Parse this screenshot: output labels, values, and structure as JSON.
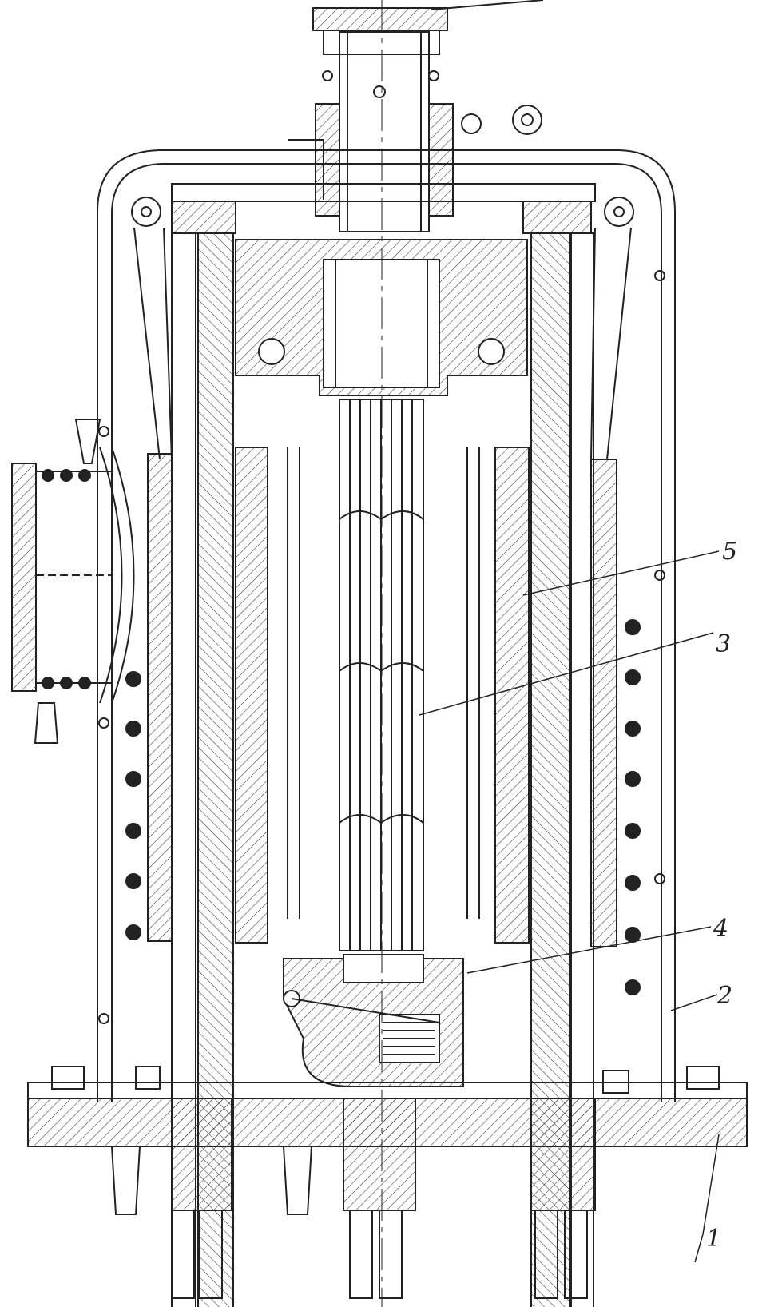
{
  "callouts": [
    {
      "id": "1",
      "text": "1"
    },
    {
      "id": "2",
      "text": "2"
    },
    {
      "id": "3",
      "text": "3"
    },
    {
      "id": "4",
      "text": "4"
    },
    {
      "id": "5",
      "text": "5"
    }
  ],
  "colors": {
    "ink": "#222222",
    "paper": "#ffffff"
  }
}
